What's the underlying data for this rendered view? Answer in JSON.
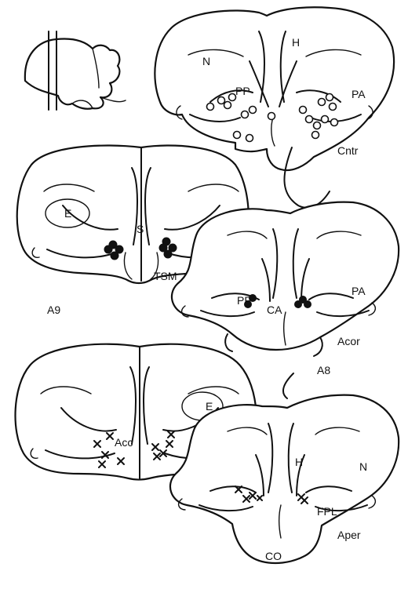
{
  "labels": {
    "N_top": "N",
    "H_top": "H",
    "PP_top": "PP",
    "PA_top": "PA",
    "Cntr": "Cntr",
    "E_left": "E",
    "S": "S",
    "TSM": "TSM",
    "A9": "A9",
    "PP_mid": "PP",
    "CA": "CA",
    "PA_mid": "PA",
    "Acor": "Acor",
    "A8": "A8",
    "E_bottom": "E",
    "Acc": "Acc",
    "H_bottom": "H",
    "N_bottom": "N",
    "FPL": "FPL",
    "Aper": "Aper",
    "CO": "CO"
  }
}
